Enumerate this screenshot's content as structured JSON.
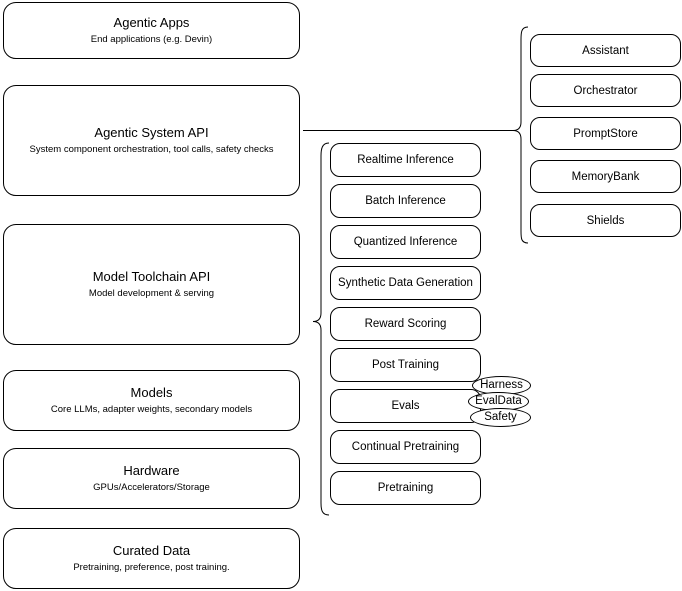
{
  "diagram": {
    "title": "AI stack layers",
    "stroke_color": "#000000",
    "fill_color": "#ffffff",
    "layers": [
      {
        "id": "agentic-apps",
        "title": "Agentic Apps",
        "subtitle": "End applications (e.g. Devin)"
      },
      {
        "id": "agentic-system-api",
        "title": "Agentic System API",
        "subtitle": "System component orchestration, tool calls, safety checks"
      },
      {
        "id": "model-toolchain-api",
        "title": "Model Toolchain API",
        "subtitle": "Model development & serving"
      },
      {
        "id": "models",
        "title": "Models",
        "subtitle": "Core LLMs, adapter weights, secondary models"
      },
      {
        "id": "hardware",
        "title": "Hardware",
        "subtitle": "GPUs/Accelerators/Storage"
      },
      {
        "id": "curated-data",
        "title": "Curated Data",
        "subtitle": "Pretraining, preference, post training."
      }
    ],
    "toolchain_components": [
      {
        "id": "realtime-inference",
        "label": "Realtime Inference"
      },
      {
        "id": "batch-inference",
        "label": "Batch Inference"
      },
      {
        "id": "quantized-inference",
        "label": "Quantized Inference"
      },
      {
        "id": "synthetic-data-generation",
        "label": "Synthetic Data Generation"
      },
      {
        "id": "reward-scoring",
        "label": "Reward Scoring"
      },
      {
        "id": "post-training",
        "label": "Post Training"
      },
      {
        "id": "evals",
        "label": "Evals"
      },
      {
        "id": "continual-pretraining",
        "label": "Continual Pretraining"
      },
      {
        "id": "pretraining",
        "label": "Pretraining"
      }
    ],
    "system_components": [
      {
        "id": "assistant",
        "label": "Assistant"
      },
      {
        "id": "orchestrator",
        "label": "Orchestrator"
      },
      {
        "id": "promptstore",
        "label": "PromptStore"
      },
      {
        "id": "memorybank",
        "label": "MemoryBank"
      },
      {
        "id": "shields",
        "label": "Shields"
      }
    ],
    "evals_callouts": [
      {
        "id": "harness",
        "label": "Harness"
      },
      {
        "id": "evaldata",
        "label": "EvalData"
      },
      {
        "id": "safety",
        "label": "Safety"
      }
    ]
  }
}
